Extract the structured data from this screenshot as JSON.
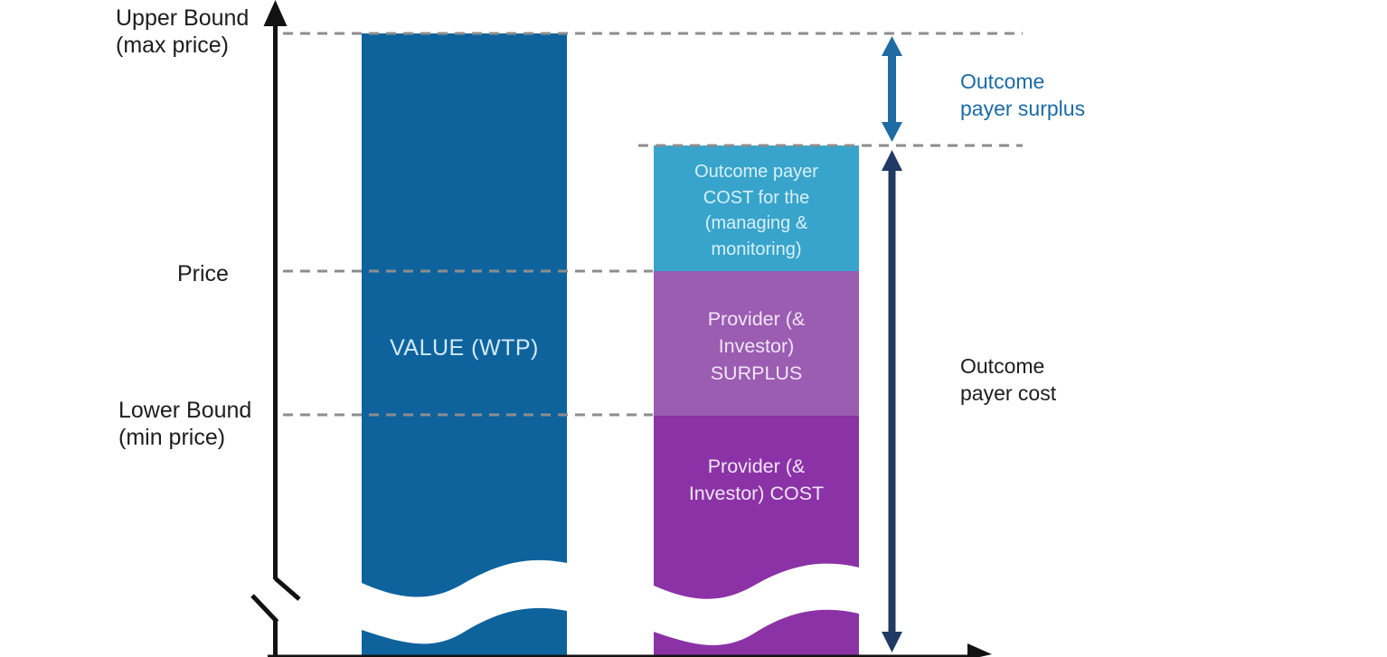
{
  "colors": {
    "background": "#ffffff",
    "value_bar": "#0e639d",
    "payer_cost_section": "#38a4cb",
    "surplus_section": "#9a5db1",
    "provider_cost_section": "#8b33a6",
    "value_bar_text": "#d2eaf7",
    "payer_cost_text": "#d8f0f8",
    "purple_section_text": "#f1e4f7",
    "dashed_line": "#8d8d8d",
    "axis": "#121212",
    "surplus_arrow": "#1e6ca3",
    "cost_arrow": "#203a64",
    "label_dark": "#1d1d1d",
    "label_blue": "#1b6aa5",
    "wave_break": "#ffffff"
  },
  "axis_labels": {
    "upper_bound": {
      "line1": "Upper Bound",
      "line2": "(max price)"
    },
    "price": "Price",
    "lower_bound": {
      "line1": "Lower Bound",
      "line2": "(min price)"
    }
  },
  "bars": {
    "value": {
      "label": "VALUE (WTP)"
    },
    "stacked": {
      "payer_cost": {
        "lines": [
          "Outcome payer",
          "COST for the",
          "(managing &",
          "monitoring)"
        ]
      },
      "surplus": {
        "lines": [
          "Provider (&",
          "Investor)",
          "SURPLUS"
        ]
      },
      "provider_cost": {
        "lines": [
          "Provider (&",
          "Investor) COST"
        ]
      }
    }
  },
  "annotations": {
    "payer_surplus": {
      "line1": "Outcome",
      "line2": "payer surplus"
    },
    "payer_cost": {
      "line1": "Outcome",
      "line2": "payer cost"
    }
  }
}
